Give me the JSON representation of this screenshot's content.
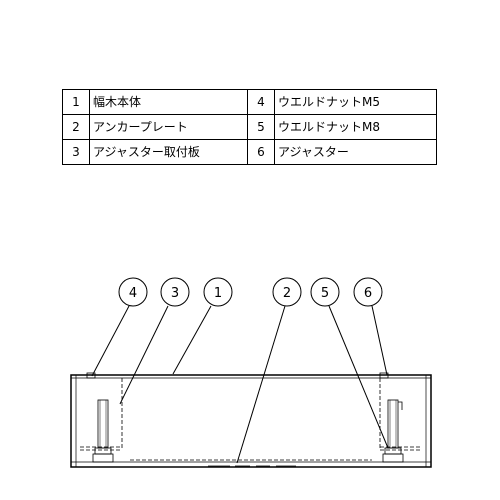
{
  "parts_table": {
    "rows": [
      {
        "left_no": "1",
        "left_name": "幅木本体",
        "right_no": "4",
        "right_name": "ウエルドナットM5"
      },
      {
        "left_no": "2",
        "left_name": "アンカープレート",
        "right_no": "5",
        "right_name": "ウエルドナットM8"
      },
      {
        "left_no": "3",
        "left_name": "アジャスター取付板",
        "right_no": "6",
        "right_name": "アジャスター"
      }
    ]
  },
  "callouts": {
    "c4": "4",
    "c3": "3",
    "c1": "1",
    "c2": "2",
    "c5": "5",
    "c6": "6"
  }
}
